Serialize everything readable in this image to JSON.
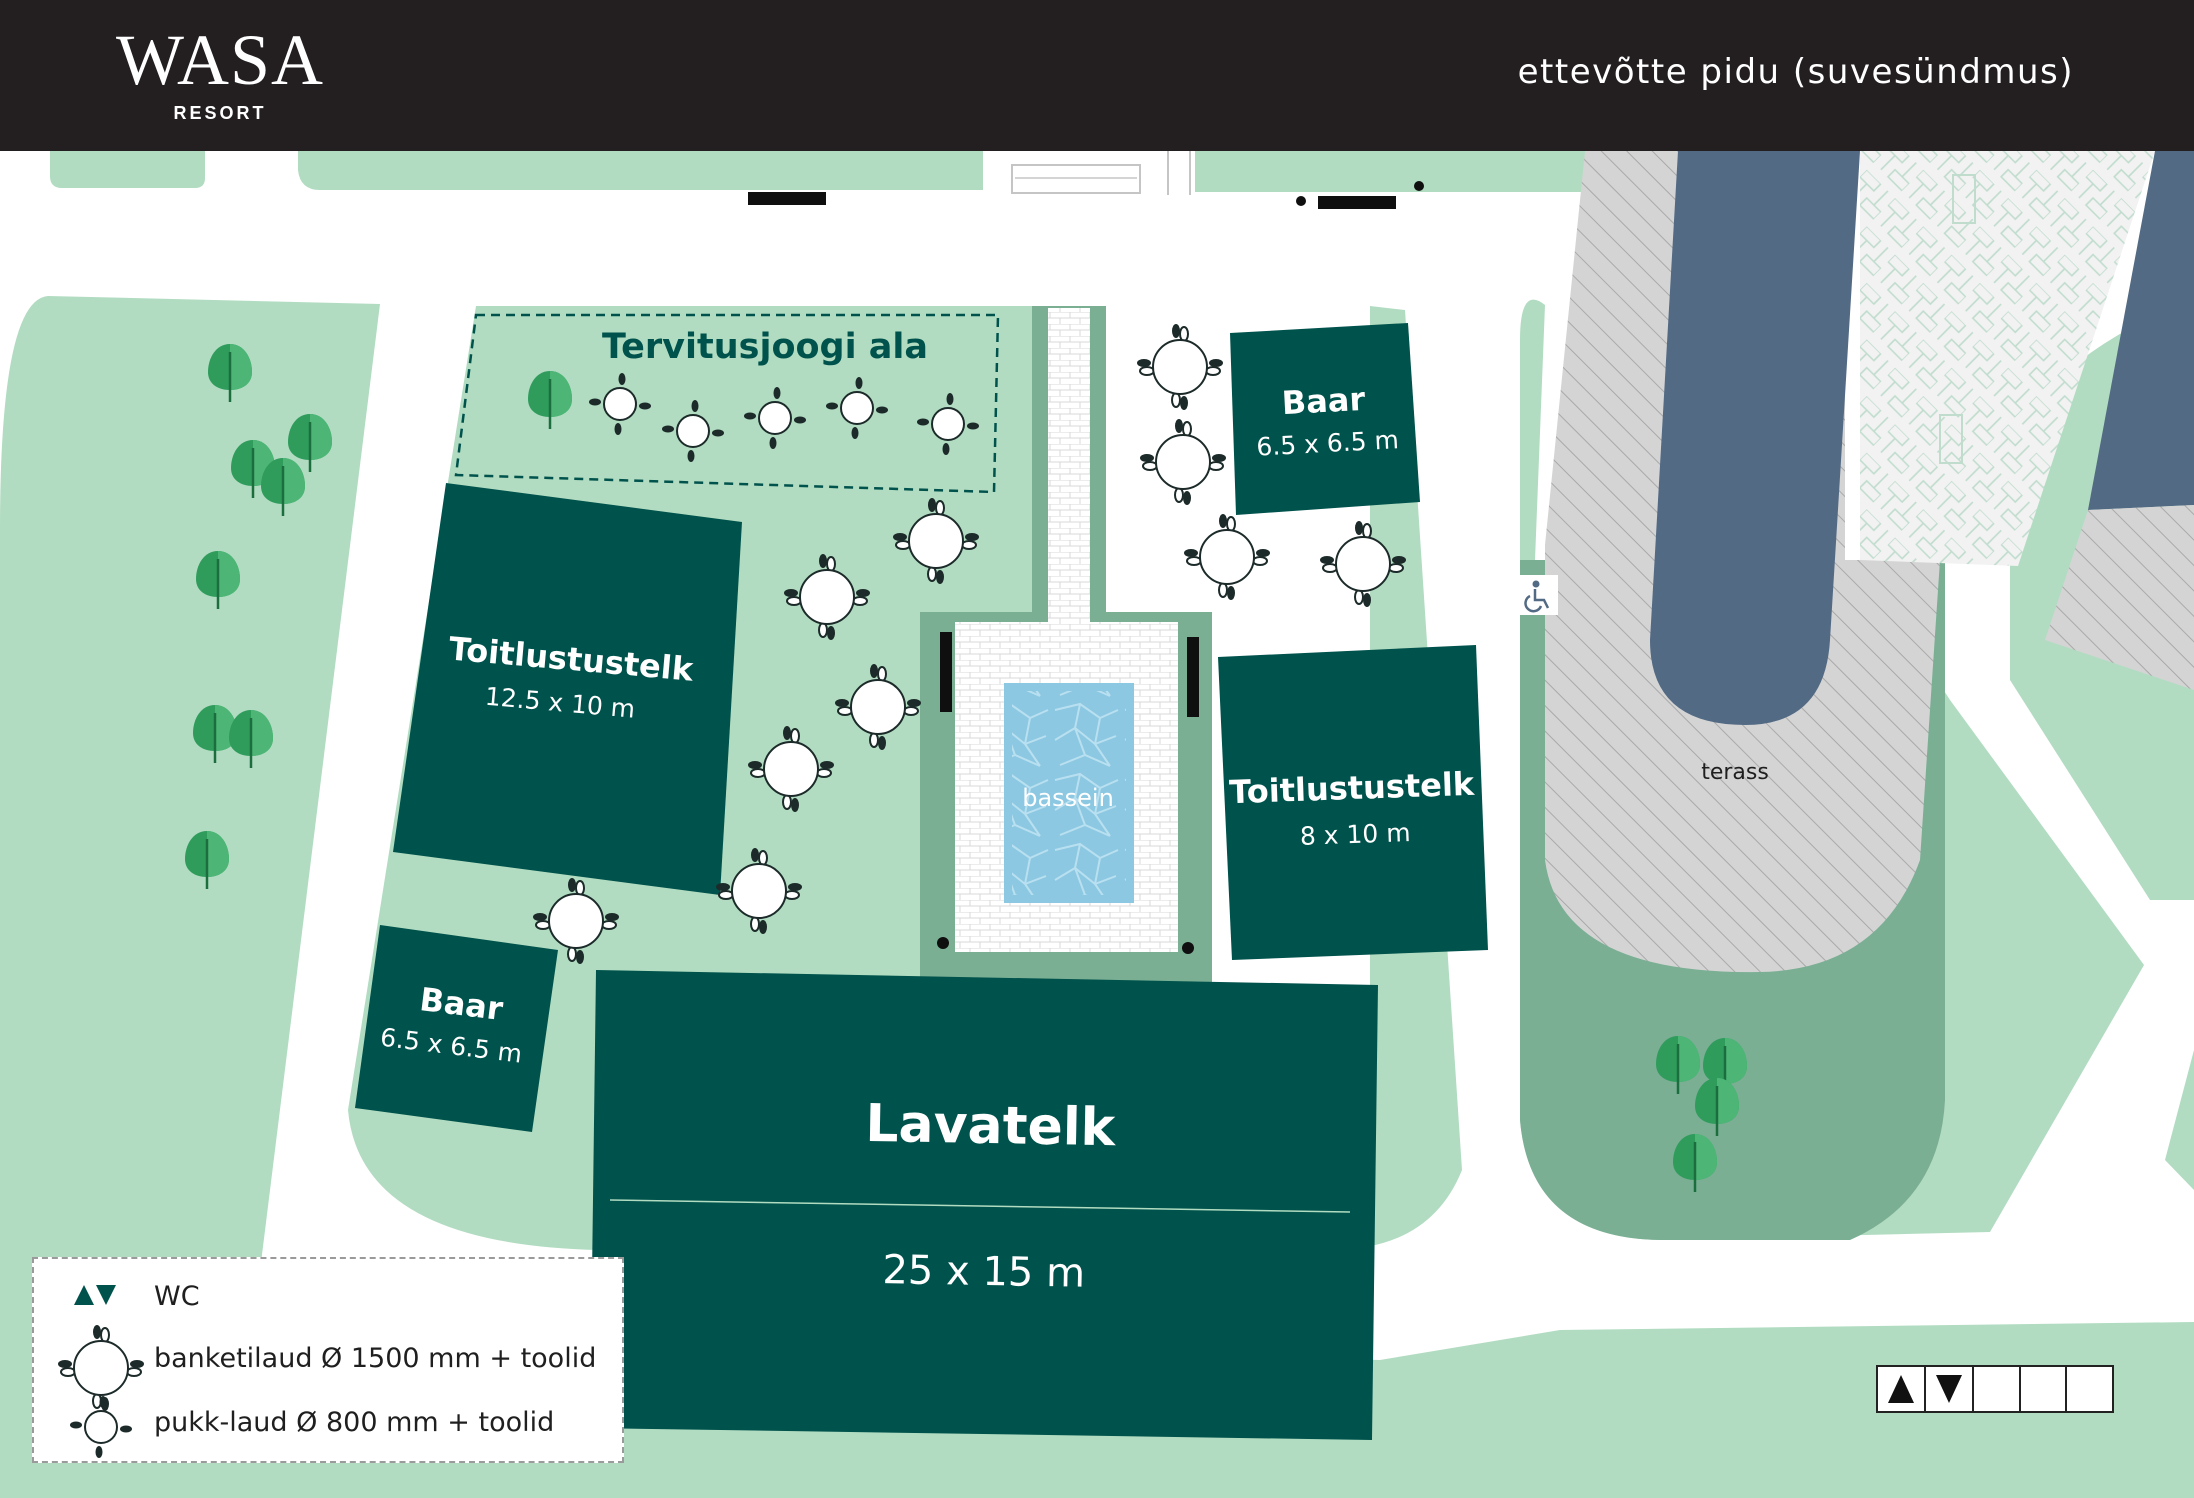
{
  "header": {
    "logo_text": "WASA",
    "logo_subtext": "RESORT",
    "title": "ettevõtte pidu (suvesündmus)"
  },
  "colors": {
    "header_bg": "#231f20",
    "lawn": "#b1dcc1",
    "lawn_dark": "#7aaf94",
    "tent": "#00524c",
    "tent_text": "#ffffff",
    "building": "#536a84",
    "pool_water": "#8cc8e2",
    "tree": "#2f9c5c",
    "terrace": "#d4d4d4"
  },
  "zones": {
    "welcome_area": "Tervitusjoogi ala",
    "pool": "bassein",
    "terrace": "terass"
  },
  "tents": [
    {
      "name": "Toitlustustelk",
      "size": "12.5 x 10 m"
    },
    {
      "name": "Baar",
      "size": "6.5 x 6.5 m"
    },
    {
      "name": "Baar",
      "size": "6.5 x 6.5 m"
    },
    {
      "name": "Toitlustustelk",
      "size": "8 x 10 m"
    },
    {
      "name": "Lavatelk",
      "size": "25 x 15 m"
    }
  ],
  "legend": {
    "wc_label": "WC",
    "banquet_label": "banketilaud  Ø 1500 mm + toolid",
    "trestle_label": "pukk-laud  Ø 800 mm + toolid"
  },
  "icons": {
    "accessibility": "wheelchair-icon",
    "wc": "wc-triangle-icon",
    "tree": "tree-icon",
    "banquet_table": "banquet-table-icon",
    "trestle_table": "trestle-table-icon"
  }
}
